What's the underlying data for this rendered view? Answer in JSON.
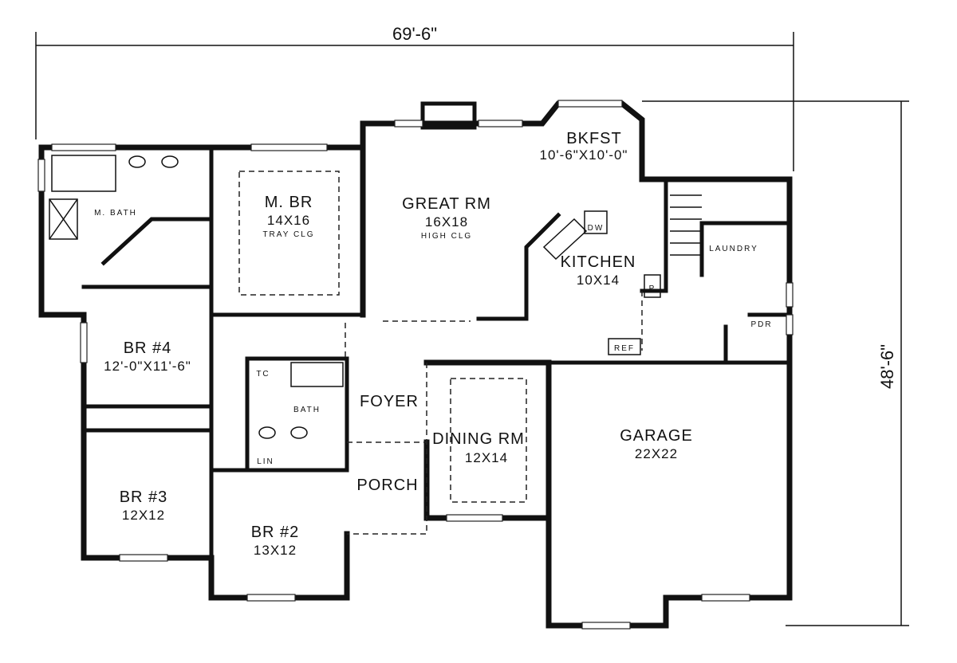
{
  "dimensions": {
    "width": "69'-6\"",
    "depth": "48'-6\""
  },
  "rooms": {
    "master_bath": {
      "name": "M. BATH"
    },
    "master_bedroom": {
      "name": "M. BR",
      "size": "14X16",
      "note": "TRAY CLG"
    },
    "great_room": {
      "name": "GREAT RM",
      "size": "16X18",
      "note": "HIGH CLG"
    },
    "breakfast": {
      "name": "BKFST",
      "size": "10'-6\"X10'-0\""
    },
    "kitchen": {
      "name": "KITCHEN",
      "size": "10X14"
    },
    "laundry": {
      "name": "LAUNDRY"
    },
    "powder": {
      "name": "PDR"
    },
    "pantry": {
      "name": "P"
    },
    "dishwasher": {
      "name": "DW"
    },
    "refrigerator": {
      "name": "REF"
    },
    "bedroom4": {
      "name": "BR #4",
      "size": "12'-0\"X11'-6\""
    },
    "bedroom3": {
      "name": "BR #3",
      "size": "12X12"
    },
    "bedroom2": {
      "name": "BR #2",
      "size": "13X12"
    },
    "bath": {
      "name": "BATH"
    },
    "towel_closet": {
      "name": "TC"
    },
    "linen": {
      "name": "LIN"
    },
    "foyer": {
      "name": "FOYER"
    },
    "porch": {
      "name": "PORCH"
    },
    "dining": {
      "name": "DINING RM",
      "size": "12X14"
    },
    "garage": {
      "name": "GARAGE",
      "size": "22X22"
    }
  }
}
